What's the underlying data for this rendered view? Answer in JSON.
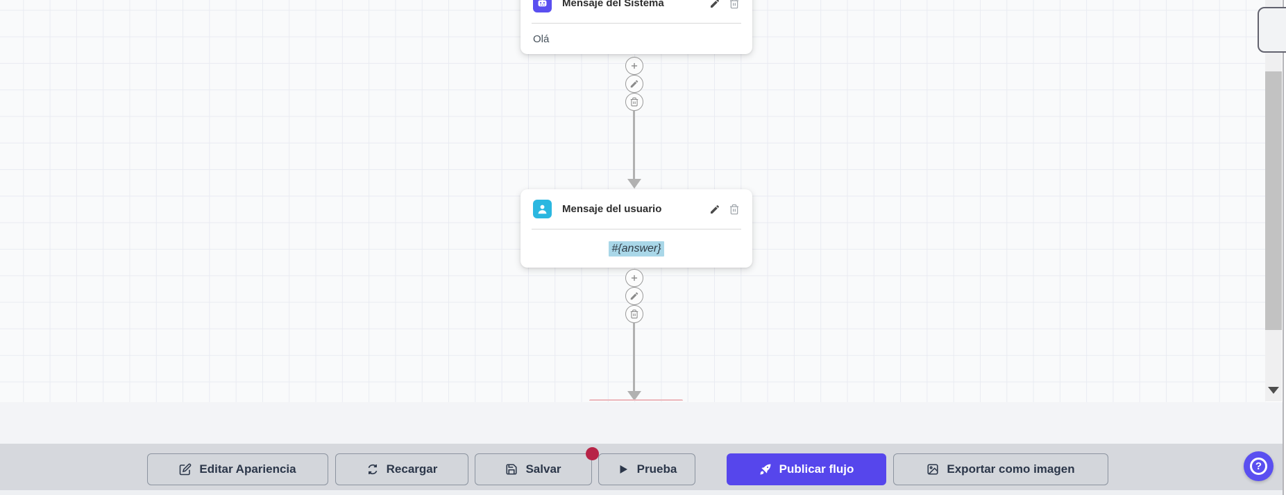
{
  "flow_canvas": {
    "nodes": [
      {
        "title": "Mensaje del Sistema",
        "content": "Olá",
        "icon": "robot-icon",
        "icon_color": "#5a4ff0"
      },
      {
        "title": "Mensaje del usuario",
        "content": "#{answer}",
        "icon": "user-icon",
        "icon_color": "#2bb7e0",
        "content_highlight_color": "#a9d7e8"
      }
    ],
    "connector_actions": [
      "add",
      "edit",
      "delete"
    ],
    "connector_color": "#b1b1b1"
  },
  "toolbar": {
    "accent_color": "#5646ec",
    "badge_color": "#b72447",
    "buttons": [
      {
        "label": "Editar Apariencia",
        "icon": "edit-icon"
      },
      {
        "label": "Recargar",
        "icon": "refresh-icon"
      },
      {
        "label": "Salvar",
        "icon": "save-icon",
        "badge": "unsaved-dot"
      },
      {
        "label": "Prueba",
        "icon": "play-icon"
      },
      {
        "label": "Publicar flujo",
        "icon": "rocket-icon"
      },
      {
        "label": "Exportar como imagen",
        "icon": "image-icon"
      }
    ]
  },
  "help_button": {
    "icon": "question-circle-icon",
    "color": "#5a4ff0",
    "label": "?"
  }
}
